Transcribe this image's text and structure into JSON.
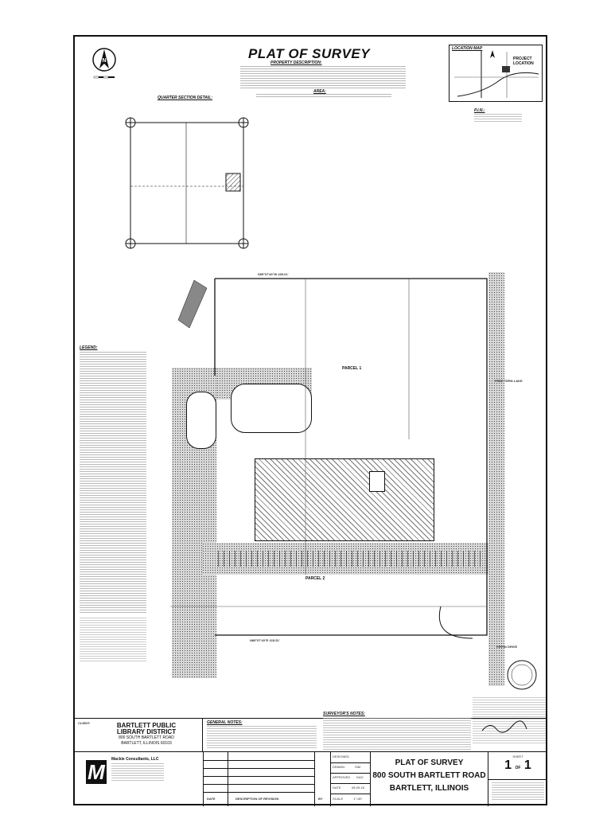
{
  "header": {
    "title": "PLAT OF SURVEY",
    "property_description_heading": "PROPERTY DESCRIPTION:",
    "legal_heading": "AREA:"
  },
  "location_map": {
    "heading": "LOCATION MAP",
    "project_label": "PROJECT LOCATION"
  },
  "pin": {
    "heading": "P.I.N.:"
  },
  "quarter_section": {
    "heading": "QUARTER SECTION DETAIL:"
  },
  "labels": {
    "parcel_1": "PARCEL 1",
    "parcel_2": "PARCEL 2",
    "road_right": "FREE TERN LAKE",
    "road_bottom": "FIPPIN DRIVE",
    "legend_heading": "LEGEND:",
    "dim_top": "S89°07'49\"W 430.01'",
    "dim_bottom": "N89°07'49\"E 415.51'"
  },
  "client": {
    "label": "CLIENT:",
    "name_line1": "BARTLETT PUBLIC",
    "name_line2": "LIBRARY DISTRICT",
    "address1": "800 SOUTH BARTLETT ROAD",
    "address2": "BARTLETT, ILLINOIS 60103"
  },
  "general_notes": {
    "heading": "GENERAL NOTES:"
  },
  "surveyors_notes": {
    "heading": "SURVEYOR'S NOTES:"
  },
  "firm": {
    "logo_letter": "M",
    "name": "Mackie Consultants, LLC"
  },
  "revision_table": {
    "date_col": "DATE",
    "desc_col": "DESCRIPTION OF REVISION",
    "by_col": "BY"
  },
  "meta": {
    "designed_label": "DESIGNED",
    "drawn_label": "DRAWN",
    "drawn_val": "SIM",
    "approved_label": "APPROVED",
    "approved_val": "DAG",
    "date_label": "DATE",
    "date_val": "08-09-18",
    "scale_label": "SCALE",
    "scale_val": "1\"=30'"
  },
  "title_block": {
    "line1": "PLAT OF SURVEY",
    "line2": "800 SOUTH BARTLETT ROAD",
    "line3": "BARTLETT, ILLINOIS"
  },
  "sheet": {
    "label": "SHEET",
    "num": "1",
    "of": "OF",
    "total": "1"
  }
}
